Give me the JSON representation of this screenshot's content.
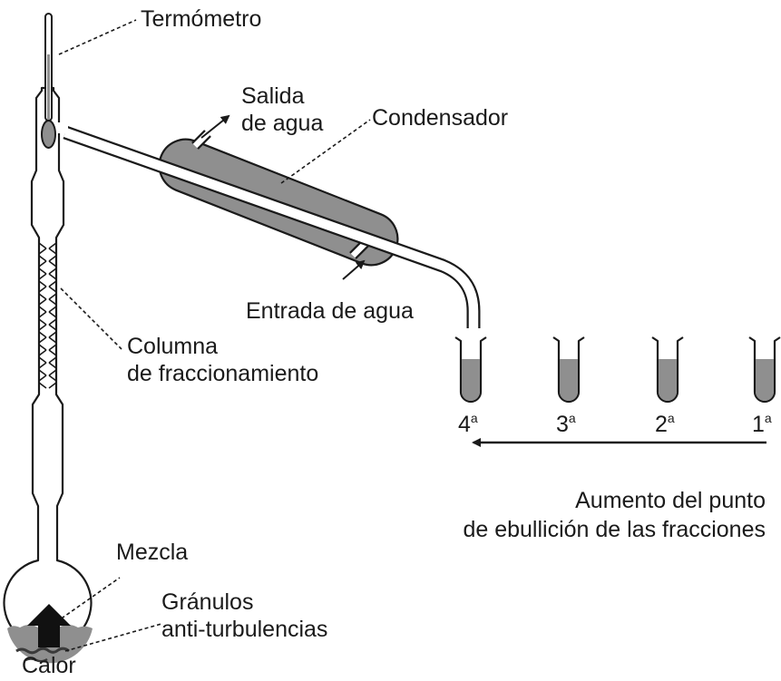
{
  "labels": {
    "thermometer": "Termómetro",
    "water_out_1": "Salida",
    "water_out_2": "de agua",
    "condenser": "Condensador",
    "water_in": "Entrada de agua",
    "column_1": "Columna",
    "column_2": "de fraccionamiento",
    "mixture": "Mezcla",
    "granules_1": "Gránulos",
    "granules_2": "anti-turbulencias",
    "heat": "Calor",
    "boiling_1": "Aumento del punto",
    "boiling_2": "de ebullición de las fracciones"
  },
  "tubes": [
    {
      "number": "4",
      "suffix": "a"
    },
    {
      "number": "3",
      "suffix": "a"
    },
    {
      "number": "2",
      "suffix": "a"
    },
    {
      "number": "1",
      "suffix": "a"
    }
  ],
  "colors": {
    "liquid": "#8f8f8f",
    "ink": "#1a1a1a"
  }
}
